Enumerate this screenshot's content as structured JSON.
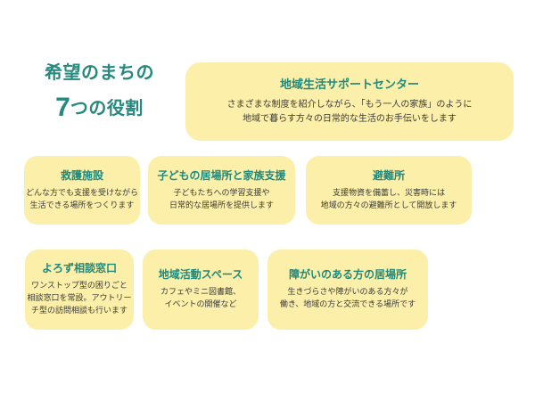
{
  "page": {
    "background_color": "#ffffff",
    "accent_color": "#20897c",
    "card_color": "#fbefa9",
    "body_text_color": "#3a3a38"
  },
  "title": {
    "line1": "希望のまちの",
    "number": "7",
    "line2_rest": "つの役割"
  },
  "cards": {
    "support_center": {
      "title": "地域生活サポートセンター",
      "body_line1": "さまざまな制度を紹介しながら、「もう一人の家族」のように",
      "body_line2": "地域で暮らす方々の日常的な生活のお手伝いをします"
    },
    "relief_facility": {
      "title": "救護施設",
      "body_line1": "どんな方でも支援を受けながら",
      "body_line2": "生活できる場所をつくります"
    },
    "childrens_place": {
      "title": "子どもの居場所と家族支援",
      "body_line1": "子どもたちへの学習支援や",
      "body_line2": "日常的な居場所を提供します"
    },
    "evacuation_shelter": {
      "title": "避難所",
      "body_line1": "支援物資を備蓄し、災害時には",
      "body_line2": "地域の方々の避難所として開放します"
    },
    "consultation_desk": {
      "title": "よろず相談窓口",
      "body_line1": "ワンストップ型の困りごと",
      "body_line2": "相談窓口を常設。アウトリー",
      "body_line3": "チ型の訪問相談も行います"
    },
    "community_space": {
      "title": "地域活動スペース",
      "body_line1": "カフェやミニ図書館、",
      "body_line2": "イベントの開催など"
    },
    "disability_place": {
      "title": "障がいのある方の居場所",
      "body_line1": "生きづらさや障がいのある方々が",
      "body_line2": "働き、地域の方と交流できる場所です"
    }
  }
}
